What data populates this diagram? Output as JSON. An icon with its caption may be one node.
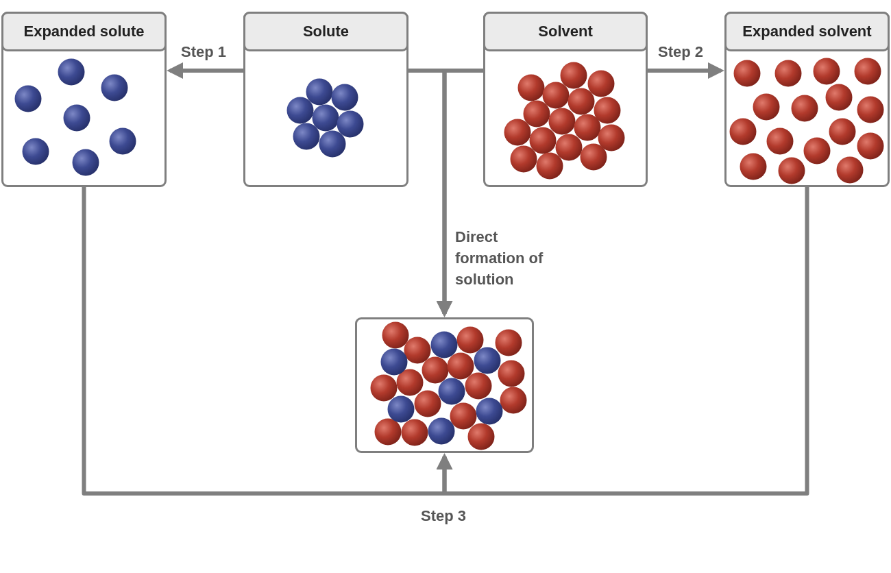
{
  "diagram": {
    "nodes": [
      {
        "text": [
          "Expanded solute"
        ]
      },
      {
        "text": [
          "Solute"
        ]
      },
      {
        "text": [
          "Solvent"
        ]
      },
      {
        "text": [
          "Expanded solvent"
        ]
      },
      {
        "text": [],
        "shape": "picture"
      }
    ],
    "edges": [
      {
        "from": 1,
        "to": 0,
        "arrow": "to",
        "label": "Step 1"
      },
      {
        "from": 2,
        "to": 3,
        "arrow": "to",
        "label": "Step 2"
      },
      {
        "from": 1,
        "to": 4,
        "arrow": "to",
        "label": "Direct formation of solution"
      },
      {
        "from": 2,
        "to": 4,
        "arrow": "to"
      },
      {
        "from": 0,
        "to": 4,
        "arrow": "to",
        "label": "Step 3"
      },
      {
        "from": 3,
        "to": 4,
        "arrow": "to"
      }
    ]
  }
}
